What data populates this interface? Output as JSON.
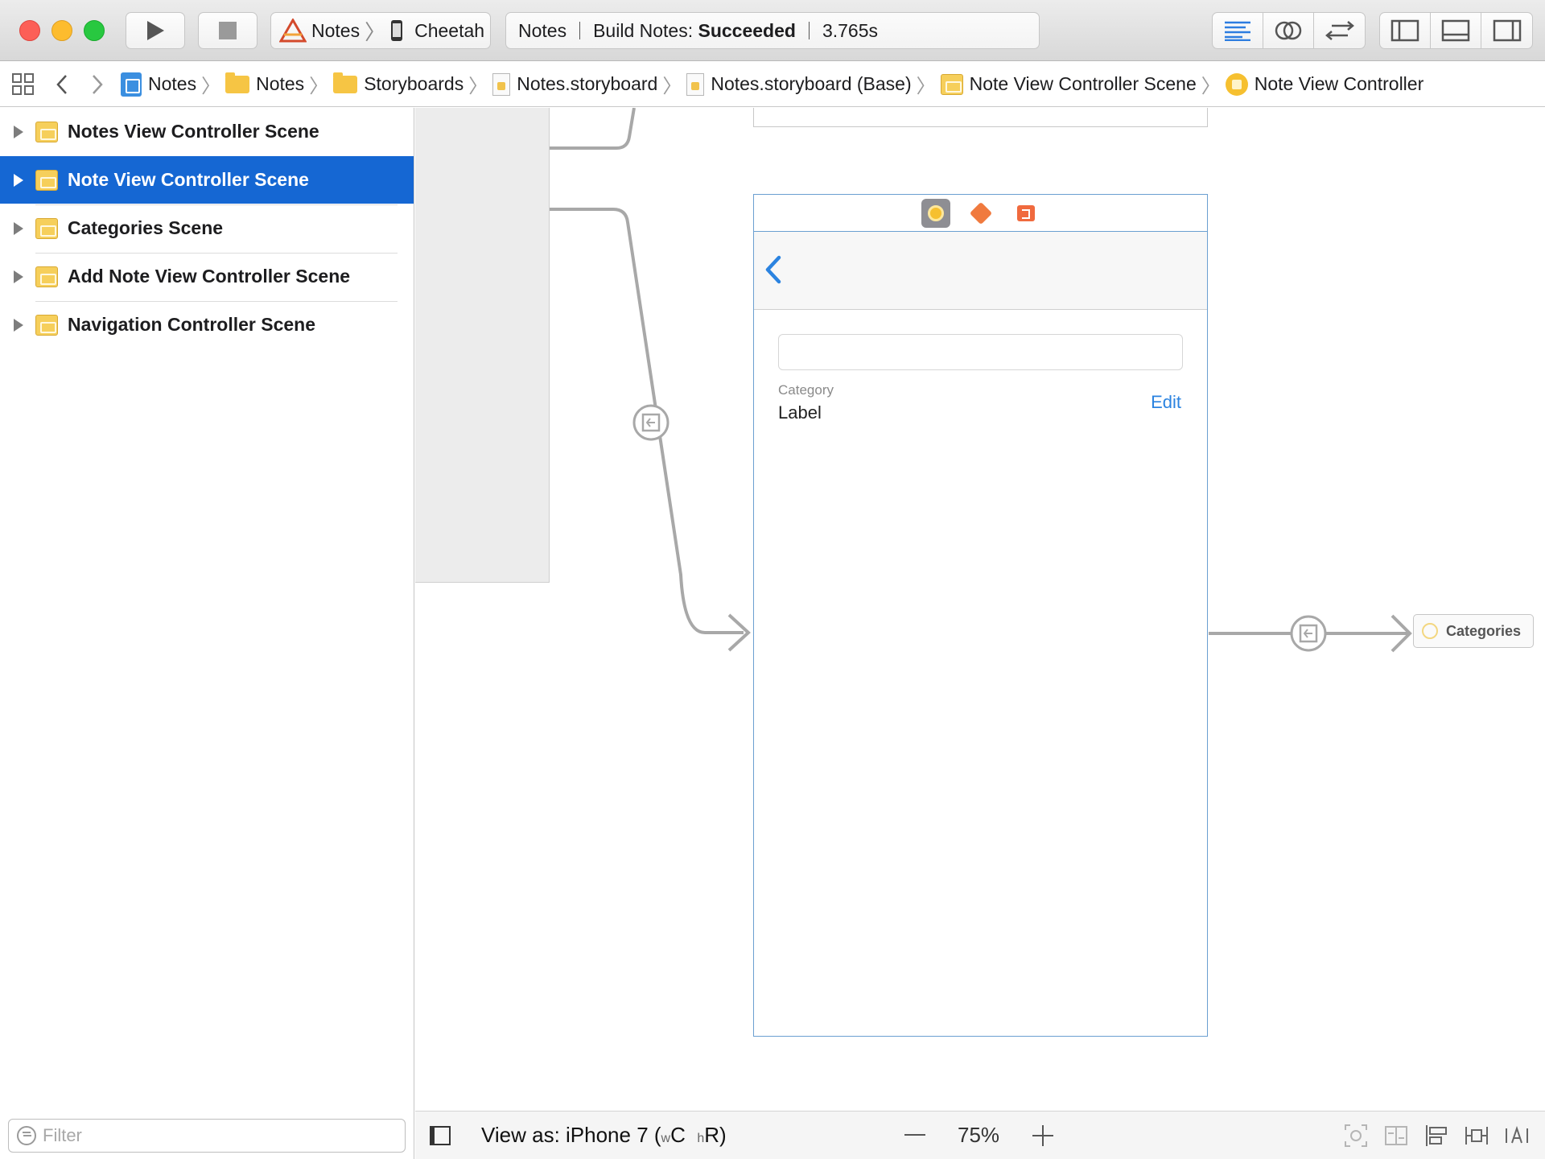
{
  "toolbar": {
    "run_label": "Run",
    "stop_label": "Stop",
    "scheme": {
      "target": "Notes",
      "device": "Cheetah"
    },
    "activity": {
      "project": "Notes",
      "status_prefix": "Build Notes:",
      "status": "Succeeded",
      "duration": "3.765s"
    }
  },
  "jumpbar": {
    "items": [
      {
        "label": "Notes",
        "icon": "project-icon"
      },
      {
        "label": "Notes",
        "icon": "folder-icon"
      },
      {
        "label": "Storyboards",
        "icon": "folder-icon"
      },
      {
        "label": "Notes.storyboard",
        "icon": "storyboard-file-icon"
      },
      {
        "label": "Notes.storyboard (Base)",
        "icon": "storyboard-file-icon"
      },
      {
        "label": "Note View Controller Scene",
        "icon": "scene-icon"
      },
      {
        "label": "Note View Controller",
        "icon": "view-controller-icon"
      }
    ]
  },
  "outline": {
    "items": [
      {
        "label": "Notes View Controller Scene",
        "selected": false
      },
      {
        "label": "Note View Controller Scene",
        "selected": true
      },
      {
        "label": "Categories Scene",
        "selected": false
      },
      {
        "label": "Add Note View Controller Scene",
        "selected": false
      },
      {
        "label": "Navigation Controller Scene",
        "selected": false
      }
    ],
    "filter_placeholder": "Filter"
  },
  "canvas": {
    "scene": {
      "category_caption": "Category",
      "category_value": "Label",
      "edit_label": "Edit"
    },
    "destination_label": "Categories"
  },
  "bottombar": {
    "view_as_prefix": "View as: iPhone 7 (",
    "size_w": "w",
    "size_w_class": "C",
    "size_h": "h",
    "size_h_class": "R",
    "view_as_suffix": ")",
    "zoom": "75%"
  },
  "colors": {
    "selection": "#1567d3",
    "accent_blue": "#2b83e0",
    "scene_border": "#6b9fd1"
  }
}
